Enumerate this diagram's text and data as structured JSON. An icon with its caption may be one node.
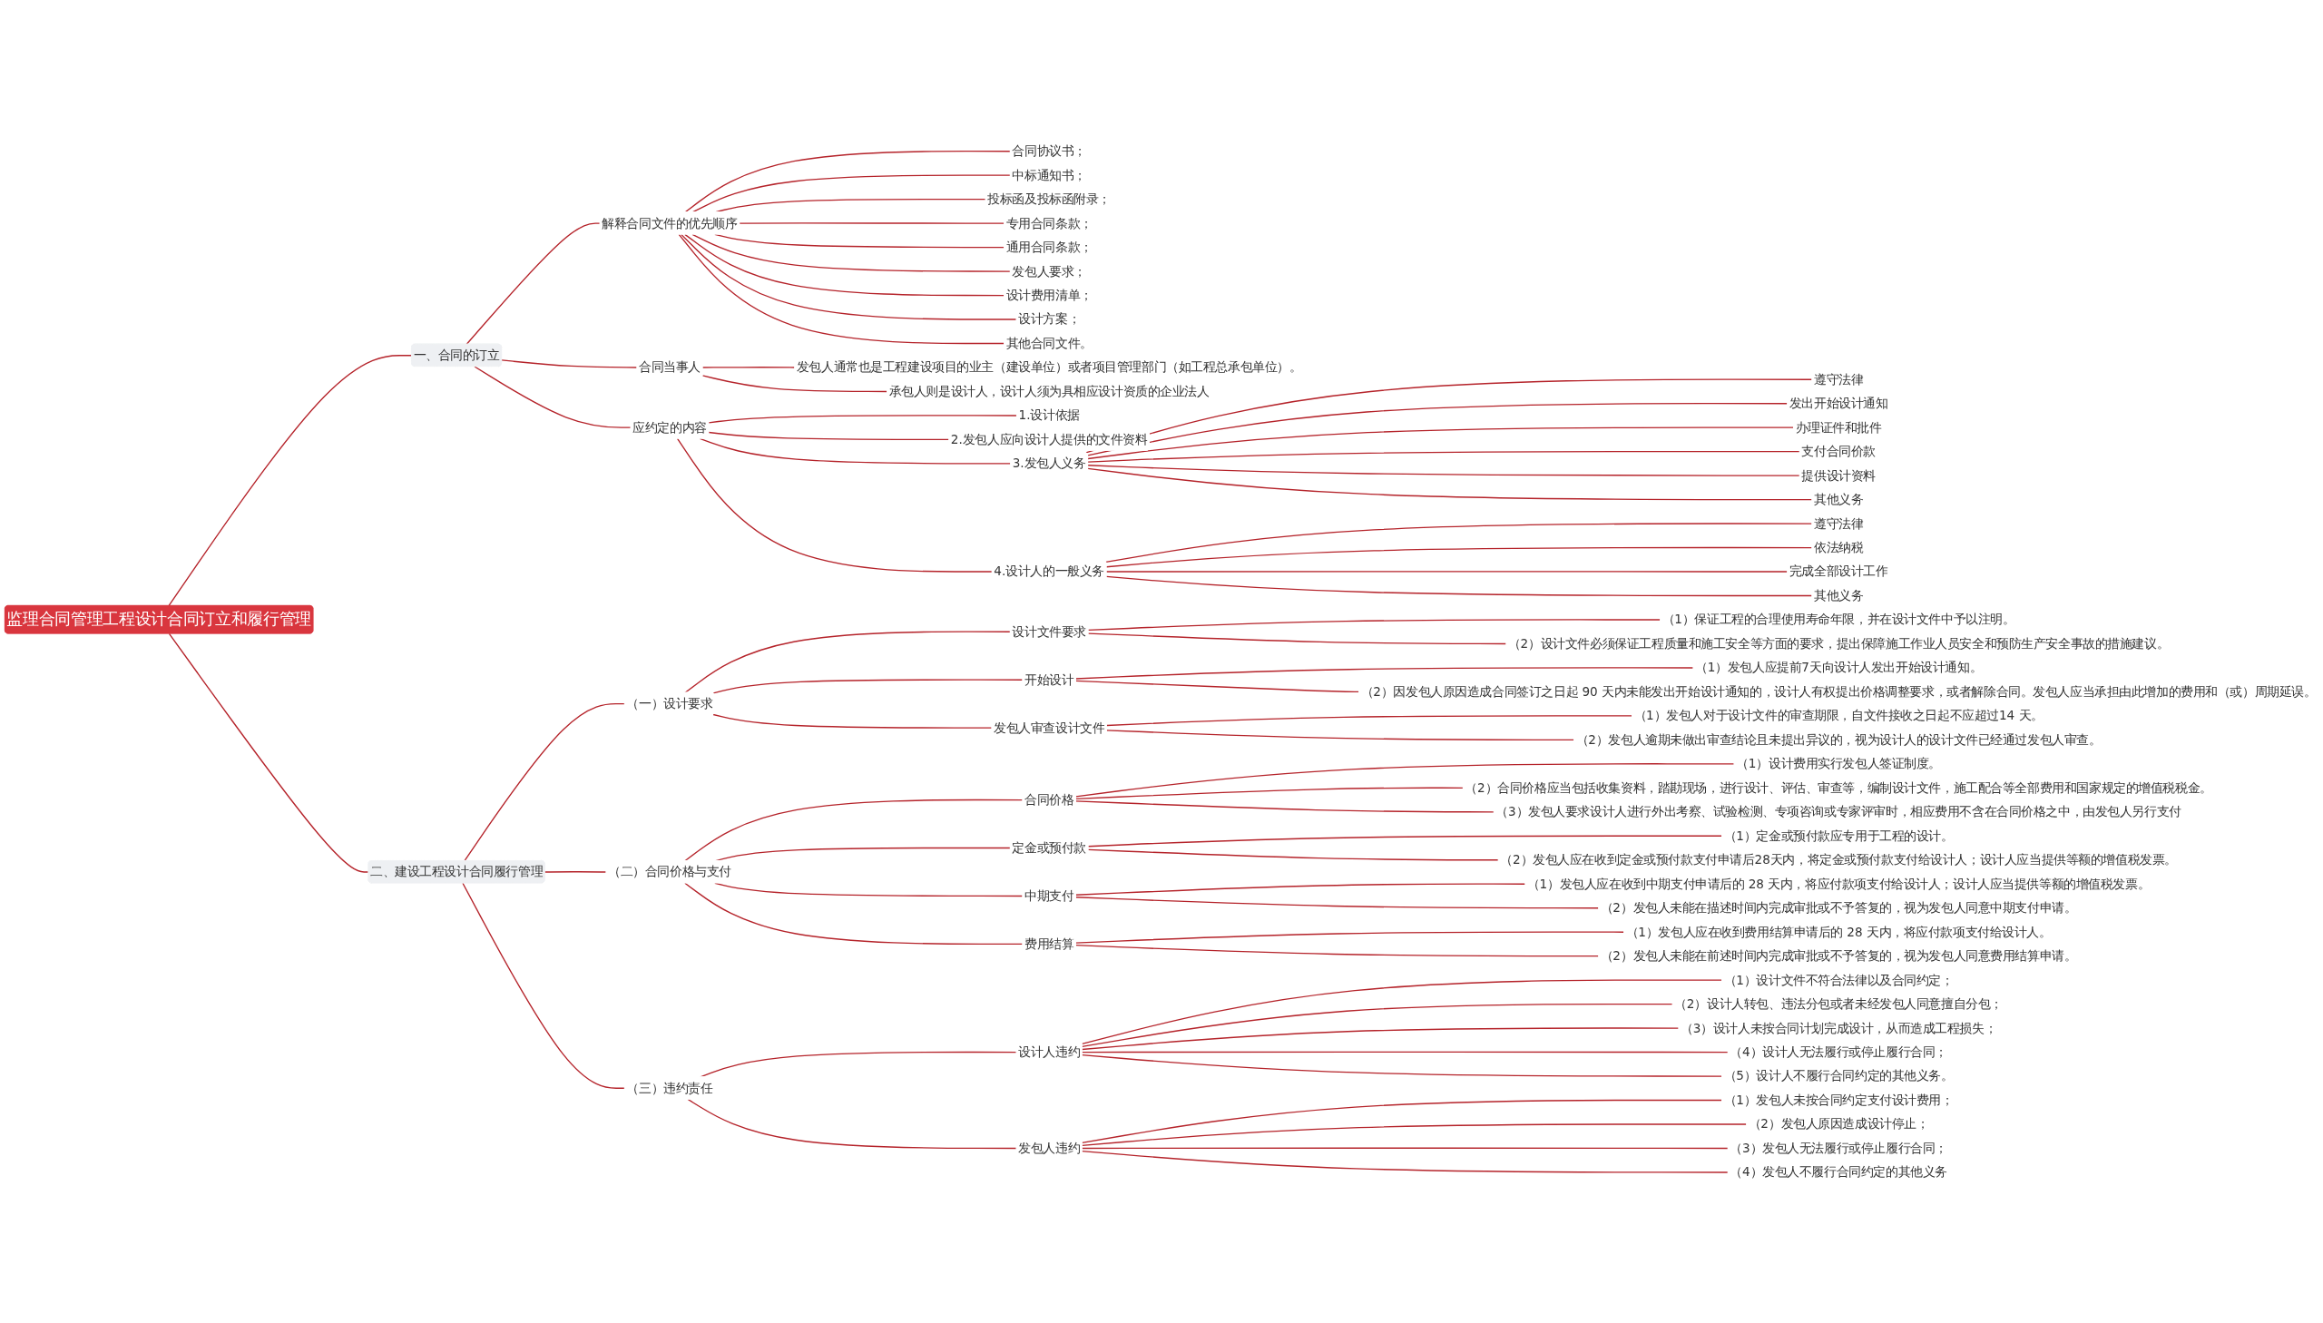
{
  "diagram": {
    "nodes": [
      {
        "text": [
          "监理合同管理工程设计合同订立和履行管理"
        ]
      },
      {
        "text": [
          "一、合同的订立"
        ]
      },
      {
        "text": [
          "解释合同文件的优先顺序"
        ]
      },
      {
        "text": [
          "合同协议书；"
        ]
      },
      {
        "text": [
          "中标通知书；"
        ]
      },
      {
        "text": [
          "投标函及投标函附录；"
        ]
      },
      {
        "text": [
          "专用合同条款；"
        ]
      },
      {
        "text": [
          "通用合同条款；"
        ]
      },
      {
        "text": [
          "发包人要求；"
        ]
      },
      {
        "text": [
          "设计费用清单；"
        ]
      },
      {
        "text": [
          "设计方案；"
        ]
      },
      {
        "text": [
          "其他合同文件。"
        ]
      },
      {
        "text": [
          "合同当事人"
        ]
      },
      {
        "text": [
          "发包人通常也是工程建设项目的业主（建设单位）或者项目管理部门（如工程总承包单位）。"
        ]
      },
      {
        "text": [
          "承包人则是设计人，设计人须为具相应设计资质的企业法人"
        ]
      },
      {
        "text": [
          "应约定的内容"
        ]
      },
      {
        "text": [
          "1.设计依据"
        ]
      },
      {
        "text": [
          "2.发包人应向设计人提供的文件资料"
        ]
      },
      {
        "text": [
          "3.发包人义务"
        ]
      },
      {
        "text": [
          "遵守法律"
        ]
      },
      {
        "text": [
          "发出开始设计通知"
        ]
      },
      {
        "text": [
          "办理证件和批件"
        ]
      },
      {
        "text": [
          "支付合同价款"
        ]
      },
      {
        "text": [
          "提供设计资料"
        ]
      },
      {
        "text": [
          "其他义务"
        ]
      },
      {
        "text": [
          "4.设计人的一般义务"
        ]
      },
      {
        "text": [
          "遵守法律"
        ]
      },
      {
        "text": [
          "依法纳税"
        ]
      },
      {
        "text": [
          "完成全部设计工作"
        ]
      },
      {
        "text": [
          "其他义务"
        ]
      },
      {
        "text": [
          "二、建设工程设计合同履行管理"
        ]
      },
      {
        "text": [
          "（一）设计要求"
        ]
      },
      {
        "text": [
          "设计文件要求"
        ]
      },
      {
        "text": [
          "（1）保证工程的合理使用寿命年限，并在设计文件中予以注明。"
        ]
      },
      {
        "text": [
          "（2）设计文件必须保证工程质量和施工安全等方面的要求，提出保障施工作业人员安全和预防生产安全事故的措施建议。"
        ]
      },
      {
        "text": [
          "开始设计"
        ]
      },
      {
        "text": [
          "（1）发包人应提前7天向设计人发出开始设计通知。"
        ]
      },
      {
        "text": [
          "（2）因发包人原因造成合同签订之日起 90 天内未能发出开始设计通知的，设计人有权提出价格调整要求，或者解除合同。发包人应当承担由此增加的费用和（或）周期延误。"
        ]
      },
      {
        "text": [
          "发包人审查设计文件"
        ]
      },
      {
        "text": [
          "（1）发包人对于设计文件的审查期限，自文件接收之日起不应超过14 天。"
        ]
      },
      {
        "text": [
          "（2）发包人逾期未做出审查结论且未提出异议的，视为设计人的设计文件已经通过发包人审查。"
        ]
      },
      {
        "text": [
          "（二）合同价格与支付"
        ]
      },
      {
        "text": [
          "合同价格"
        ]
      },
      {
        "text": [
          "（1）设计费用实行发包人签证制度。"
        ]
      },
      {
        "text": [
          "（2）合同价格应当包括收集资料，踏勘现场，进行设计、评估、审查等，编制设计文件，施工配合等全部费用和国家规定的增值税税金。"
        ]
      },
      {
        "text": [
          "（3）发包人要求设计人进行外出考察、试验检测、专项咨询或专家评审时，相应费用不含在合同价格之中，由发包人另行支付"
        ]
      },
      {
        "text": [
          "定金或预付款"
        ]
      },
      {
        "text": [
          "（1）定金或预付款应专用于工程的设计。"
        ]
      },
      {
        "text": [
          "（2）发包人应在收到定金或预付款支付申请后28天内，将定金或预付款支付给设计人；设计人应当提供等额的增值税发票。"
        ]
      },
      {
        "text": [
          "中期支付"
        ]
      },
      {
        "text": [
          "（1）发包人应在收到中期支付申请后的 28 天内，将应付款项支付给设计人；设计人应当提供等额的增值税发票。"
        ]
      },
      {
        "text": [
          "（2）发包人未能在描述时间内完成审批或不予答复的，视为发包人同意中期支付申请。"
        ]
      },
      {
        "text": [
          "费用结算"
        ]
      },
      {
        "text": [
          "（1）发包人应在收到费用结算申请后的 28 天内，将应付款项支付给设计人。"
        ]
      },
      {
        "text": [
          "（2）发包人未能在前述时间内完成审批或不予答复的，视为发包人同意费用结算申请。"
        ]
      },
      {
        "text": [
          "（三）违约责任"
        ]
      },
      {
        "text": [
          "设计人违约"
        ]
      },
      {
        "text": [
          "（1）设计文件不符合法律以及合同约定；"
        ]
      },
      {
        "text": [
          "（2）设计人转包、违法分包或者未经发包人同意擅自分包；"
        ]
      },
      {
        "text": [
          "（3）设计人未按合同计划完成设计，从而造成工程损失；"
        ]
      },
      {
        "text": [
          "（4）设计人无法履行或停止履行合同；"
        ]
      },
      {
        "text": [
          "（5）设计人不履行合同约定的其他义务。"
        ]
      },
      {
        "text": [
          "发包人违约"
        ]
      },
      {
        "text": [
          "（1）发包人未按合同约定支付设计费用；"
        ]
      },
      {
        "text": [
          "（2）发包人原因造成设计停止；"
        ]
      },
      {
        "text": [
          "（3）发包人无法履行或停止履行合同；"
        ]
      },
      {
        "text": [
          "（4）发包人不履行合同约定的其他义务"
        ]
      }
    ],
    "edges": [
      {
        "from": 0,
        "to": 1,
        "arrow": "none"
      },
      {
        "from": 1,
        "to": 2,
        "arrow": "none"
      },
      {
        "from": 2,
        "to": 3,
        "arrow": "none"
      },
      {
        "from": 2,
        "to": 4,
        "arrow": "none"
      },
      {
        "from": 2,
        "to": 5,
        "arrow": "none"
      },
      {
        "from": 2,
        "to": 6,
        "arrow": "none"
      },
      {
        "from": 2,
        "to": 7,
        "arrow": "none"
      },
      {
        "from": 2,
        "to": 8,
        "arrow": "none"
      },
      {
        "from": 2,
        "to": 9,
        "arrow": "none"
      },
      {
        "from": 2,
        "to": 10,
        "arrow": "none"
      },
      {
        "from": 2,
        "to": 11,
        "arrow": "none"
      },
      {
        "from": 1,
        "to": 12,
        "arrow": "none"
      },
      {
        "from": 12,
        "to": 13,
        "arrow": "none"
      },
      {
        "from": 12,
        "to": 14,
        "arrow": "none"
      },
      {
        "from": 1,
        "to": 15,
        "arrow": "none"
      },
      {
        "from": 15,
        "to": 16,
        "arrow": "none"
      },
      {
        "from": 15,
        "to": 17,
        "arrow": "none"
      },
      {
        "from": 15,
        "to": 18,
        "arrow": "none"
      },
      {
        "from": 18,
        "to": 19,
        "arrow": "none"
      },
      {
        "from": 18,
        "to": 20,
        "arrow": "none"
      },
      {
        "from": 18,
        "to": 21,
        "arrow": "none"
      },
      {
        "from": 18,
        "to": 22,
        "arrow": "none"
      },
      {
        "from": 18,
        "to": 23,
        "arrow": "none"
      },
      {
        "from": 18,
        "to": 24,
        "arrow": "none"
      },
      {
        "from": 15,
        "to": 25,
        "arrow": "none"
      },
      {
        "from": 25,
        "to": 26,
        "arrow": "none"
      },
      {
        "from": 25,
        "to": 27,
        "arrow": "none"
      },
      {
        "from": 25,
        "to": 28,
        "arrow": "none"
      },
      {
        "from": 25,
        "to": 29,
        "arrow": "none"
      },
      {
        "from": 0,
        "to": 30,
        "arrow": "none"
      },
      {
        "from": 30,
        "to": 31,
        "arrow": "none"
      },
      {
        "from": 31,
        "to": 32,
        "arrow": "none"
      },
      {
        "from": 32,
        "to": 33,
        "arrow": "none"
      },
      {
        "from": 32,
        "to": 34,
        "arrow": "none"
      },
      {
        "from": 31,
        "to": 35,
        "arrow": "none"
      },
      {
        "from": 35,
        "to": 36,
        "arrow": "none"
      },
      {
        "from": 35,
        "to": 37,
        "arrow": "none"
      },
      {
        "from": 31,
        "to": 38,
        "arrow": "none"
      },
      {
        "from": 38,
        "to": 39,
        "arrow": "none"
      },
      {
        "from": 38,
        "to": 40,
        "arrow": "none"
      },
      {
        "from": 30,
        "to": 41,
        "arrow": "none"
      },
      {
        "from": 41,
        "to": 42,
        "arrow": "none"
      },
      {
        "from": 42,
        "to": 43,
        "arrow": "none"
      },
      {
        "from": 42,
        "to": 44,
        "arrow": "none"
      },
      {
        "from": 42,
        "to": 45,
        "arrow": "none"
      },
      {
        "from": 41,
        "to": 46,
        "arrow": "none"
      },
      {
        "from": 46,
        "to": 47,
        "arrow": "none"
      },
      {
        "from": 46,
        "to": 48,
        "arrow": "none"
      },
      {
        "from": 41,
        "to": 49,
        "arrow": "none"
      },
      {
        "from": 49,
        "to": 50,
        "arrow": "none"
      },
      {
        "from": 49,
        "to": 51,
        "arrow": "none"
      },
      {
        "from": 41,
        "to": 52,
        "arrow": "none"
      },
      {
        "from": 52,
        "to": 53,
        "arrow": "none"
      },
      {
        "from": 52,
        "to": 54,
        "arrow": "none"
      },
      {
        "from": 30,
        "to": 55,
        "arrow": "none"
      },
      {
        "from": 55,
        "to": 56,
        "arrow": "none"
      },
      {
        "from": 56,
        "to": 57,
        "arrow": "none"
      },
      {
        "from": 56,
        "to": 58,
        "arrow": "none"
      },
      {
        "from": 56,
        "to": 59,
        "arrow": "none"
      },
      {
        "from": 56,
        "to": 60,
        "arrow": "none"
      },
      {
        "from": 56,
        "to": 61,
        "arrow": "none"
      },
      {
        "from": 55,
        "to": 62,
        "arrow": "none"
      },
      {
        "from": 62,
        "to": 63,
        "arrow": "none"
      },
      {
        "from": 62,
        "to": 64,
        "arrow": "none"
      },
      {
        "from": 62,
        "to": 65,
        "arrow": "none"
      },
      {
        "from": 62,
        "to": 66,
        "arrow": "none"
      }
    ]
  }
}
